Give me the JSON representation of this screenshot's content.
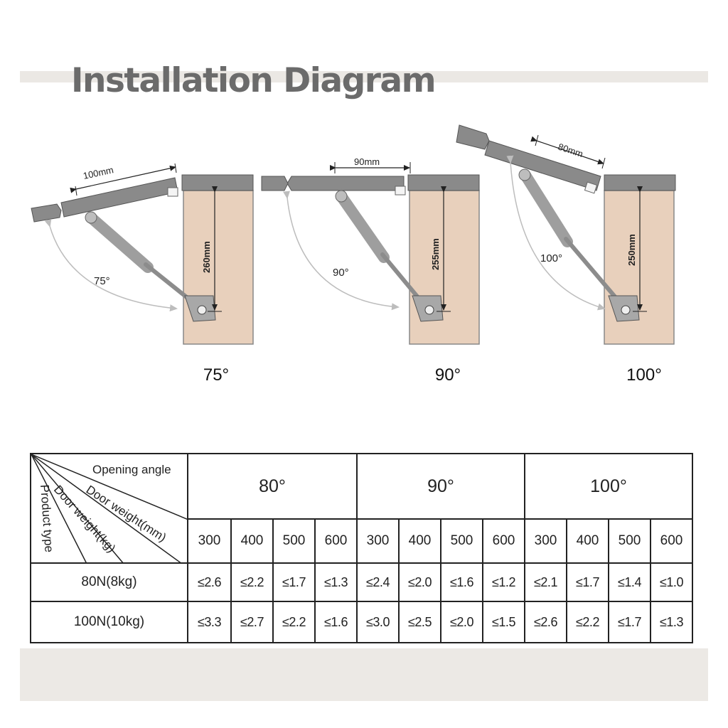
{
  "title": "Installation Diagram",
  "diagrams": [
    {
      "angle_label": "75°",
      "width_label": "100mm",
      "height_label": "260mm",
      "caption": "75°"
    },
    {
      "angle_label": "90°",
      "width_label": "90mm",
      "height_label": "255mm",
      "caption": "90°"
    },
    {
      "angle_label": "100°",
      "width_label": "80mm",
      "height_label": "250mm",
      "caption": "100°"
    }
  ],
  "table": {
    "corner_labels": {
      "opening_angle": "Opening angle",
      "door_weight_mm": "Door weight(mm)",
      "door_weight_kg": "Door weight(kg)",
      "product_type": "Product type"
    },
    "angle_groups": [
      "80°",
      "90°",
      "100°"
    ],
    "sizes": [
      "300",
      "400",
      "500",
      "600",
      "300",
      "400",
      "500",
      "600",
      "300",
      "400",
      "500",
      "600"
    ],
    "rows": [
      {
        "label": "80N(8kg)",
        "values": [
          "≤2.6",
          "≤2.2",
          "≤1.7",
          "≤1.3",
          "≤2.4",
          "≤2.0",
          "≤1.6",
          "≤1.2",
          "≤2.1",
          "≤1.7",
          "≤1.4",
          "≤1.0"
        ]
      },
      {
        "label": "100N(10kg)",
        "values": [
          "≤3.3",
          "≤2.7",
          "≤2.2",
          "≤1.6",
          "≤3.0",
          "≤2.5",
          "≤2.0",
          "≤1.5",
          "≤2.6",
          "≤2.2",
          "≤1.7",
          "≤1.3"
        ]
      }
    ]
  },
  "colors": {
    "cabinet": "#e8d0bc",
    "panel": "#888888",
    "title": "#6b6b6b"
  }
}
